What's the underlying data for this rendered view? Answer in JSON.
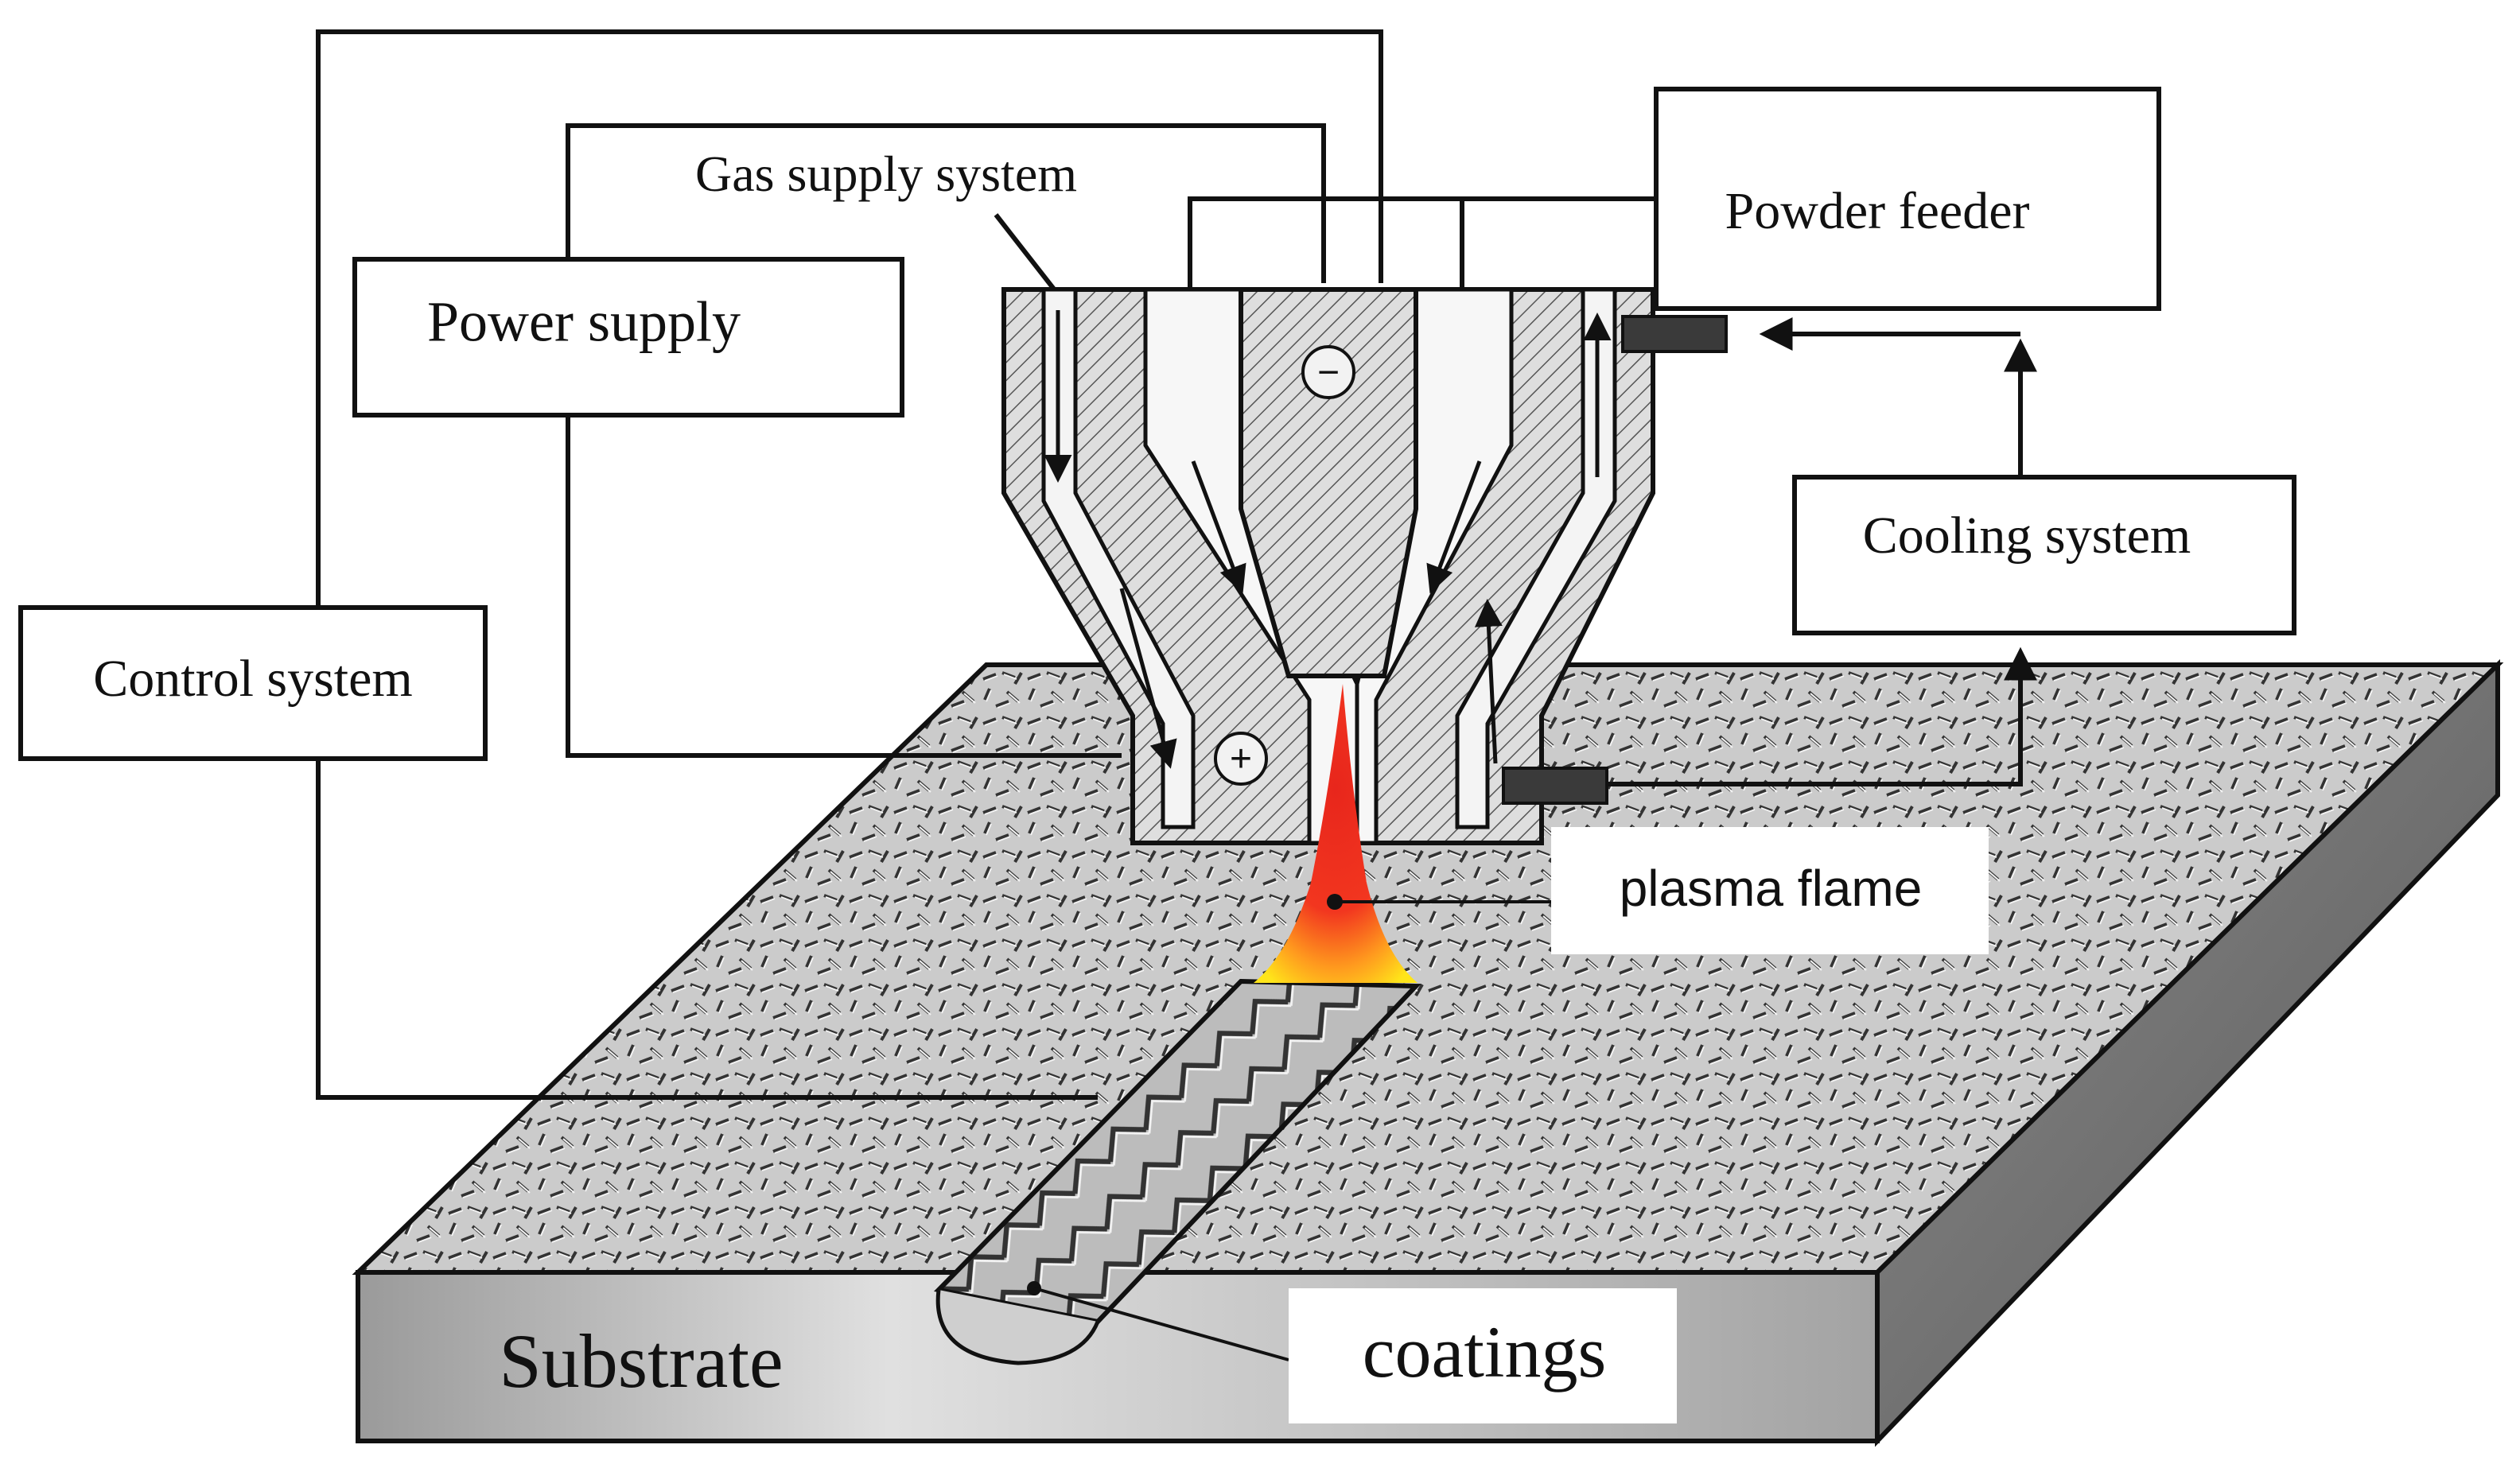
{
  "labels": {
    "control_system": "Control system",
    "power_supply": "Power supply",
    "gas_supply_system": "Gas supply system",
    "powder_feeder": "Powder feeder",
    "cooling_system": "Cooling system",
    "plasma_flame": "plasma flame",
    "substrate": "Substrate",
    "coatings": "coatings"
  },
  "electrode_signs": {
    "negative": "−",
    "positive": "+"
  },
  "colors": {
    "line": "#111111",
    "box_fill": "#ffffff",
    "substrate_top": "#c9c9c9",
    "substrate_front": "#bdbdbd",
    "substrate_side": "#7c7c7c",
    "nozzle_fill": "#d9d9d9",
    "flame_core": "#e8261c",
    "flame_edge": "#ffe51a"
  },
  "icons": [
    "negative-electrode-icon",
    "positive-electrode-icon",
    "flow-arrow-icon"
  ]
}
